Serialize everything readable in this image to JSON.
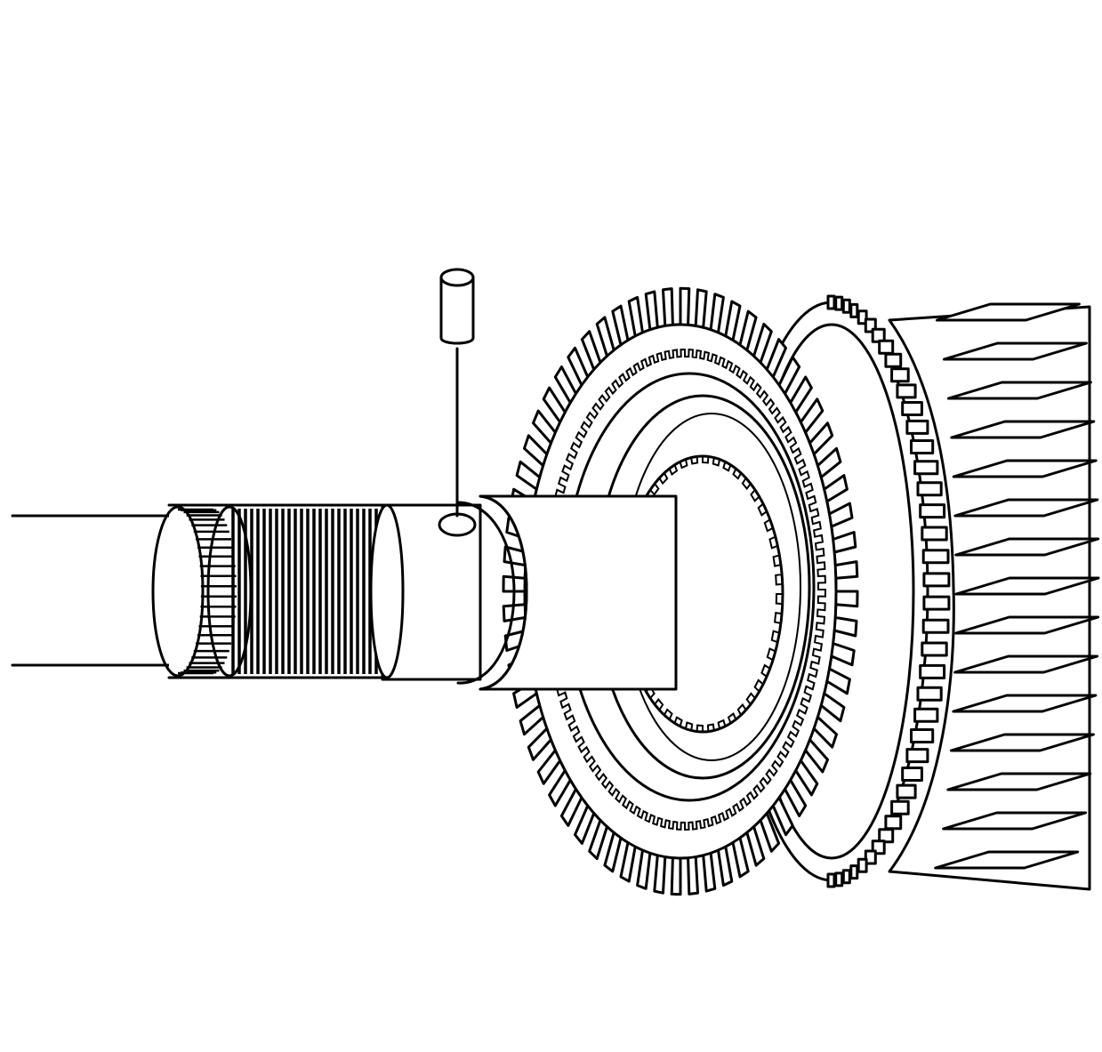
{
  "figure": {
    "subject": "transmission-shaft-with-gear-cluster-and-pin",
    "line_color": "#000000",
    "background_color": "#ffffff",
    "components": [
      "shaft",
      "splines",
      "pin",
      "pin-hole",
      "synchronizer-ring",
      "gear-cluster"
    ]
  }
}
